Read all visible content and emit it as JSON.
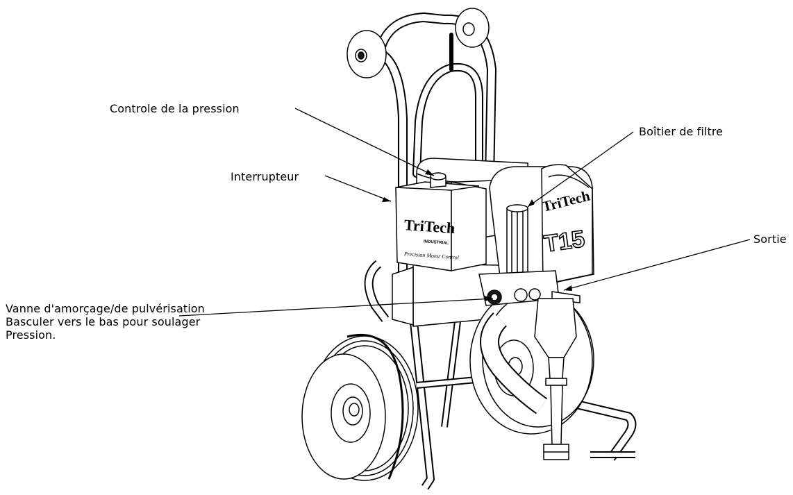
{
  "diagram": {
    "callouts": {
      "pressure_control": "Controle de la pression",
      "switch": "Interrupteur",
      "filter_housing": "Boîtier de filtre",
      "outlet": "Sortie",
      "prime_valve": {
        "line1": "Vanne d'amorçage/de pulvérisation",
        "line2": "Basculer vers le bas pour soulager",
        "line3": "Pression."
      }
    },
    "brand": {
      "box_logo": "TriTech",
      "box_tagline": "INDUSTRIAL",
      "box_script": "Precision Motor Control",
      "cover_logo": "TriTech",
      "model": "T15"
    },
    "colors": {
      "line": "#000000",
      "fill": "#ffffff",
      "shade": "#d9d9d9",
      "dark": "#1a1a1a"
    }
  }
}
